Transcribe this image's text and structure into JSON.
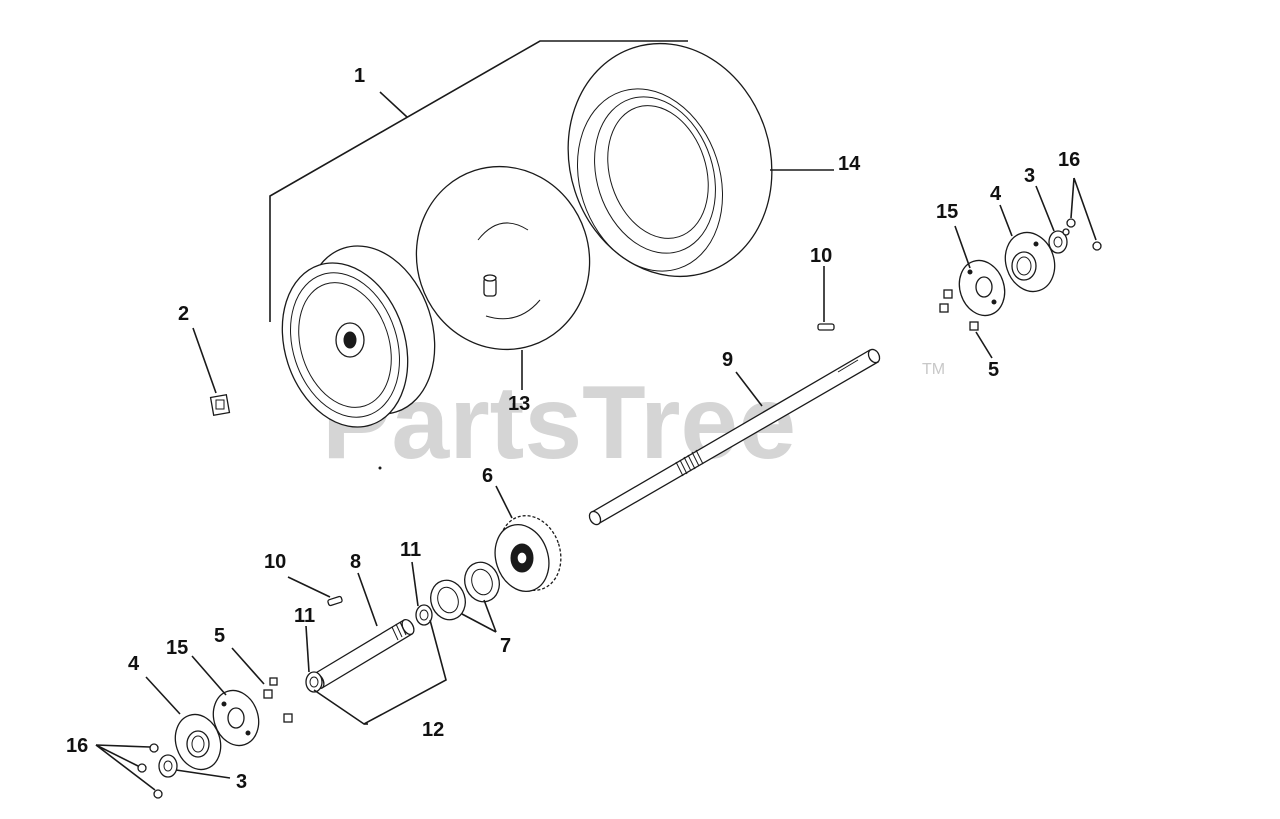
{
  "watermark": {
    "text": "PartsTree",
    "tm": "TM"
  },
  "callouts": {
    "c1": "1",
    "c2": "2",
    "c3_right": "3",
    "c3_left": "3",
    "c4_right": "4",
    "c4_left": "4",
    "c5_right": "5",
    "c5_left": "5",
    "c6": "6",
    "c7": "7",
    "c8": "8",
    "c9": "9",
    "c10_right": "10",
    "c10_left": "10",
    "c11_a": "11",
    "c11_b": "11",
    "c12": "12",
    "c13": "13",
    "c14": "14",
    "c15_right": "15",
    "c15_left": "15",
    "c16_right": "16",
    "c16_left": "16"
  }
}
